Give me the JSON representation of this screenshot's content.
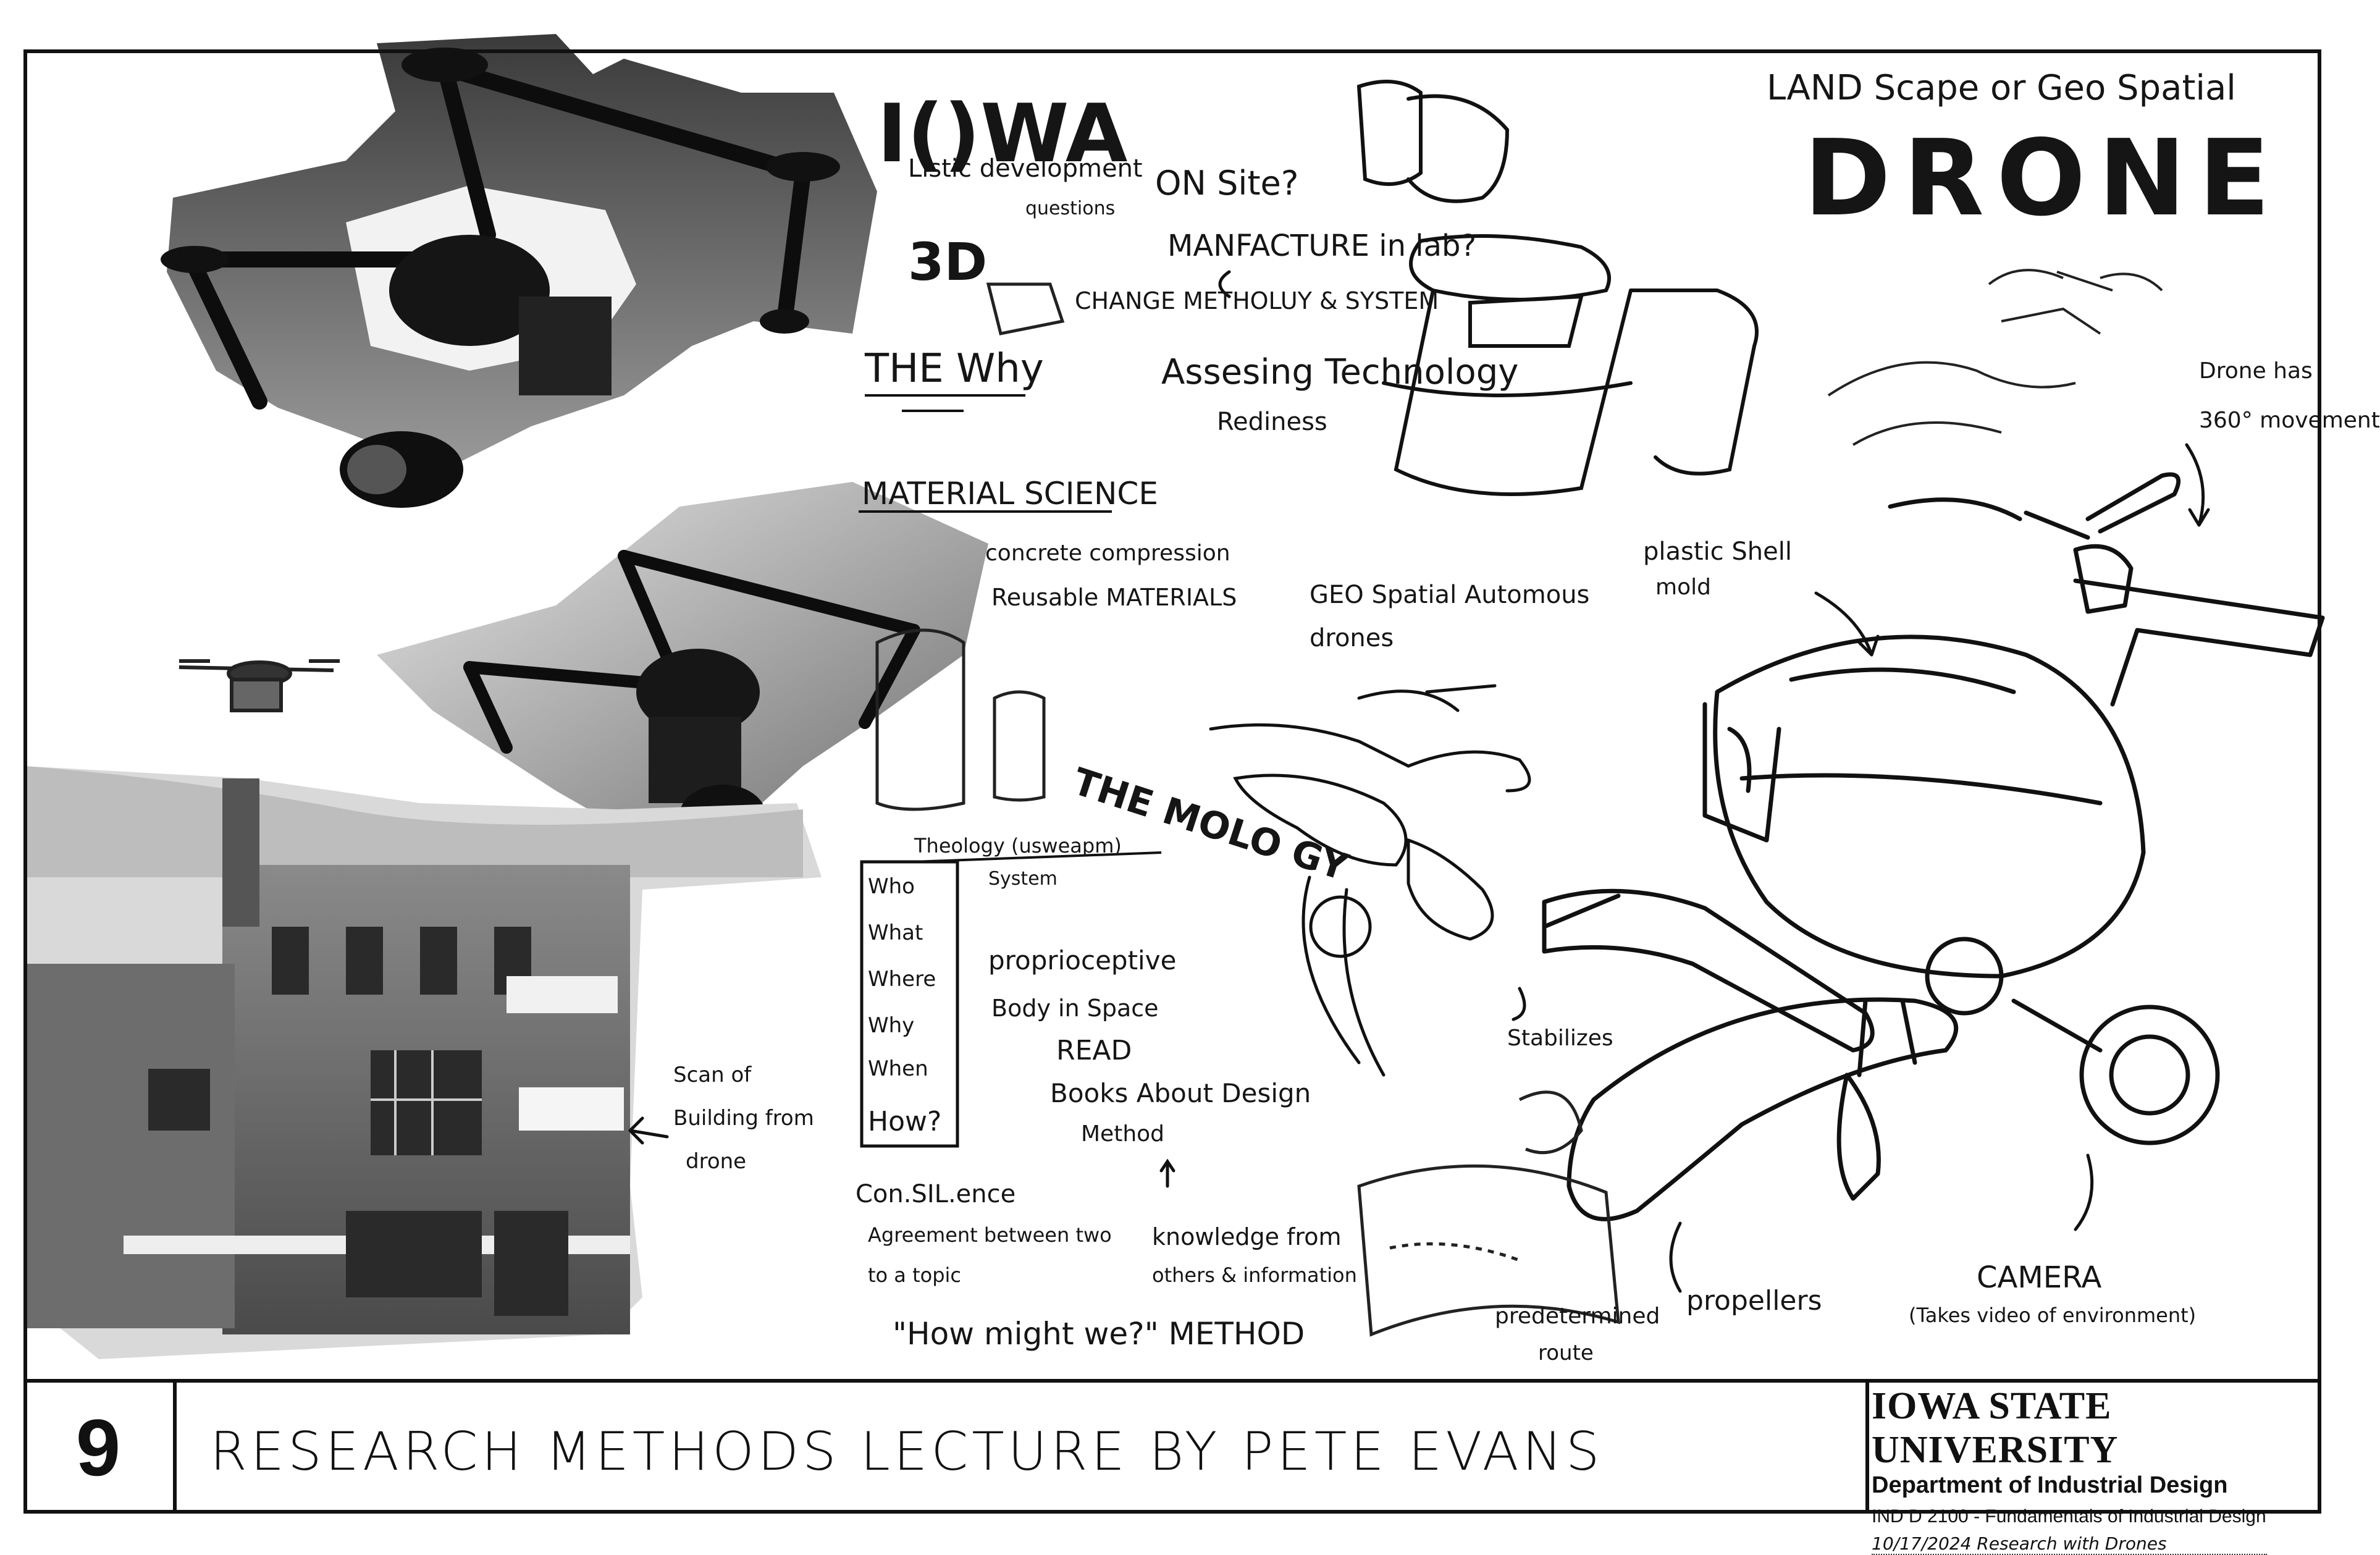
{
  "page": {
    "number": "9",
    "title": "RESEARCH METHODS LECTURE BY PETE EVANS"
  },
  "institution": {
    "name": "IOWA STATE UNIVERSITY",
    "department": "Department of Industrial Design",
    "course": "IND D 2100 - Fundamentals of Industrial Design",
    "date_line": "10/17/2024  Research with Drones"
  },
  "notes": {
    "heading_iowa": "I()WA",
    "linguistic": "Listic development",
    "questions": "questions",
    "on_site": "ON Site?",
    "manufacture": "MANFACTURE in lab?",
    "three_d": "3D",
    "change_method": "CHANGE METHOLUY & SYSTEM",
    "the_why": "THE Why",
    "assessing": "Assesing Technology",
    "readiness": "Rediness",
    "material_science": "MATERIAL SCIENCE",
    "concrete": "concrete compression",
    "reusable": "Reusable MATERIALS",
    "geo_spatial": "GEO Spatial Automous",
    "drones": "drones",
    "themology": "THE MOLO GY",
    "themology_box": "Theology (usweapm)",
    "system": "System",
    "wh_list": [
      "Who",
      "What",
      "Where",
      "Why",
      "When",
      "How?"
    ],
    "proprio": "proprioceptive",
    "body_space": "Body in Space",
    "read": "READ",
    "books": "Books About Design",
    "method": "Method",
    "consilience": "Con.SIL.ence",
    "agreement": "Agreement between two",
    "to_a_topic": "to a topic",
    "knowledge": "knowledge from",
    "others_info": "others & information",
    "how_might": "\"How might we?\" METHOD",
    "scan": "Scan of",
    "building": "Building from",
    "drone_cap": "drone",
    "landscape": "LAND Scape or Geo Spatial",
    "drone_title": "DRONE",
    "drone_has": "Drone has",
    "movement": "360° movement",
    "plastic_shell": "plastic Shell",
    "mold": "mold",
    "stabilizes": "Stabilizes",
    "predetermined": "predetermined",
    "route": "route",
    "propellers": "propellers",
    "camera": "CAMERA",
    "takes_video": "(Takes video of environment)"
  },
  "colors": {
    "ink": "#111111",
    "paper": "#ffffff",
    "photo_dark": "#1c1c1c",
    "photo_mid": "#7a7a7a",
    "photo_light": "#cfcfcf"
  }
}
